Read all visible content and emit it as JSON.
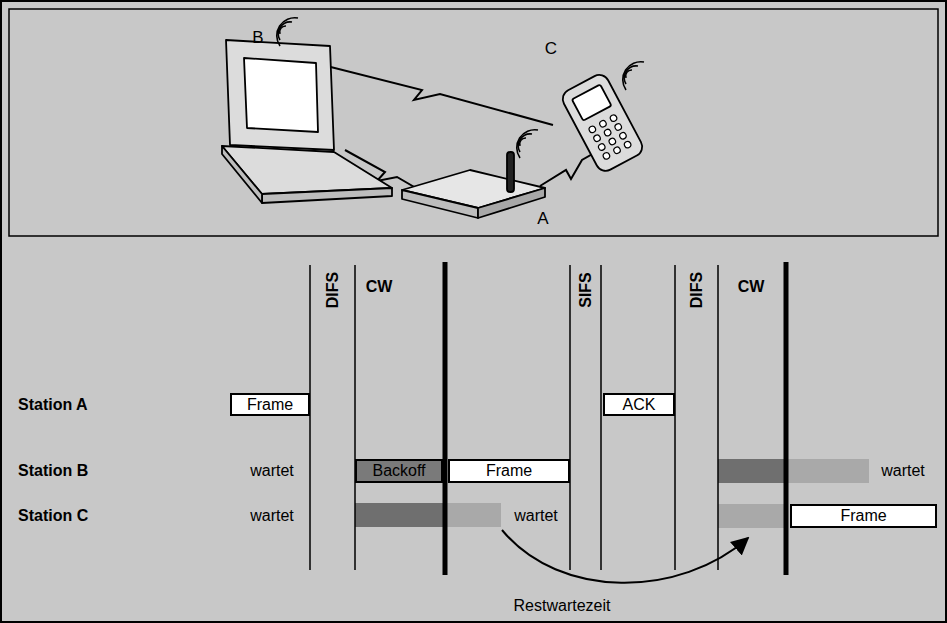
{
  "diagram": {
    "nodes": [
      {
        "text": [
          "Frame"
        ]
      },
      {
        "text": [
          "ACK"
        ]
      },
      {
        "text": [
          "Backoff"
        ]
      },
      {
        "text": [
          "Frame"
        ]
      },
      {
        "text": [
          "Frame"
        ]
      }
    ],
    "labels": [
      "B",
      "C",
      "A",
      "DIFS",
      "CW",
      "SIFS",
      "DIFS",
      "CW",
      "Station A",
      "Station B",
      "wartet",
      "wartet",
      "Station C",
      "wartet",
      "wartet",
      "Restwartezeit"
    ]
  }
}
